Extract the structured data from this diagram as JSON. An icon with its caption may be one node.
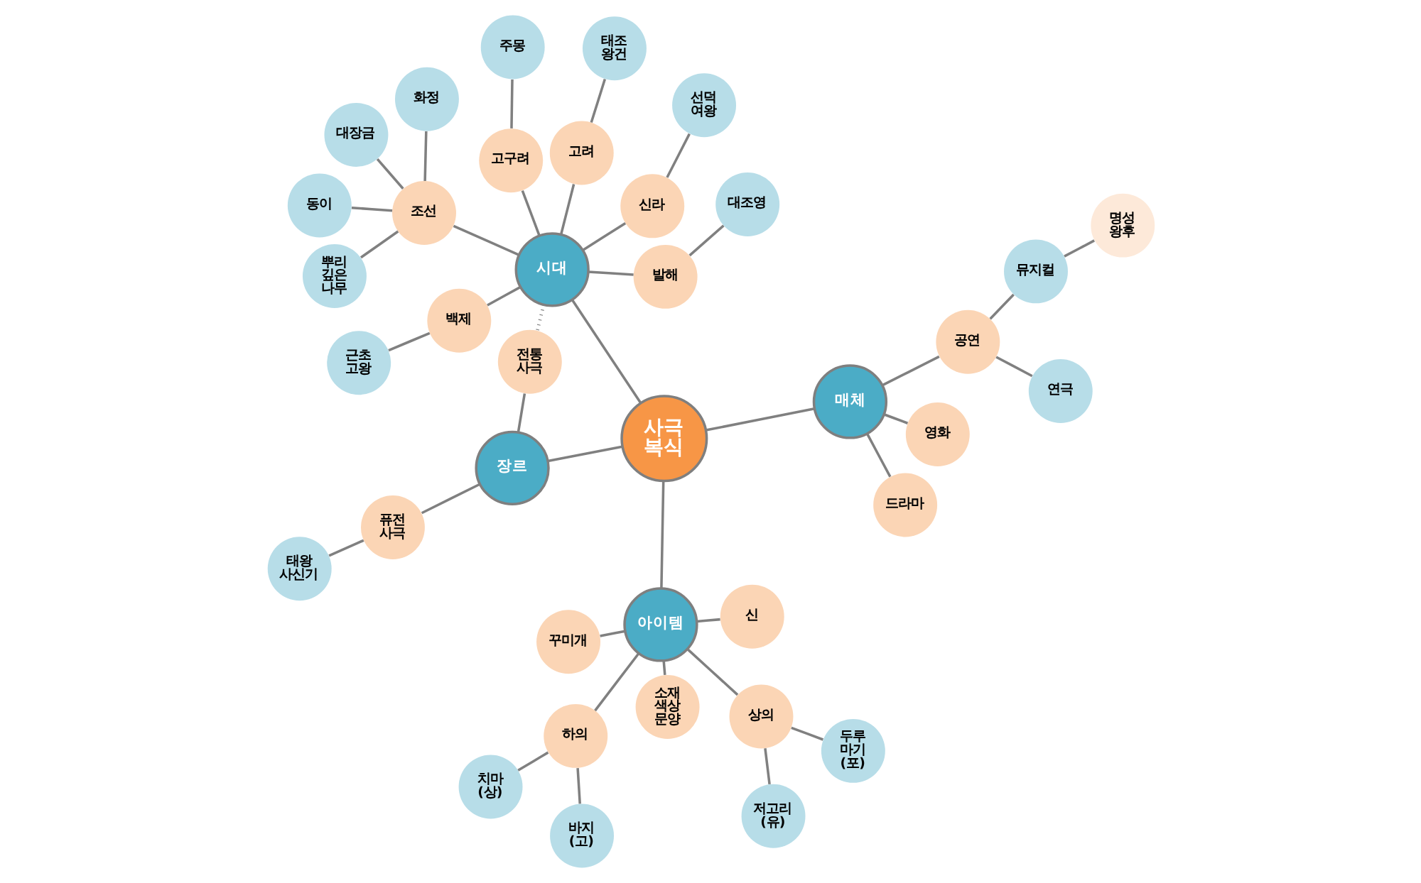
{
  "diagram": {
    "nodes": [
      {
        "text": [
          "사극 복식"
        ]
      },
      {
        "text": [
          "시대"
        ]
      },
      {
        "text": [
          "신라"
        ]
      },
      {
        "text": [
          "선덕 여왕"
        ]
      },
      {
        "text": [
          "백제"
        ]
      },
      {
        "text": [
          "근초 고왕"
        ]
      },
      {
        "text": [
          "발해"
        ]
      },
      {
        "text": [
          "대조영"
        ]
      },
      {
        "text": [
          "고구려"
        ]
      },
      {
        "text": [
          "주몽"
        ]
      },
      {
        "text": [
          "고려"
        ]
      },
      {
        "text": [
          "태조 왕건"
        ]
      },
      {
        "text": [
          "조선"
        ]
      },
      {
        "text": [
          "뿌리 깊은 나무"
        ]
      },
      {
        "text": [
          "화정"
        ]
      },
      {
        "text": [
          "동이"
        ]
      },
      {
        "text": [
          "대장금"
        ]
      },
      {
        "text": [
          "매체"
        ]
      },
      {
        "text": [
          "영화"
        ]
      },
      {
        "text": [
          "드라마"
        ]
      },
      {
        "text": [
          "공연"
        ]
      },
      {
        "text": [
          "연극"
        ]
      },
      {
        "text": [
          "뮤지컬"
        ]
      },
      {
        "text": [
          "명성 왕후"
        ]
      },
      {
        "text": [
          "장르"
        ]
      },
      {
        "text": [
          "전통 사극"
        ]
      },
      {
        "text": [
          "퓨전 사극"
        ]
      },
      {
        "text": [
          "태왕 사신기"
        ]
      },
      {
        "text": [
          "아이템"
        ]
      },
      {
        "text": [
          "신"
        ]
      },
      {
        "text": [
          "소재 색상 문양"
        ]
      },
      {
        "text": [
          "상의"
        ]
      },
      {
        "text": [
          "저고리 (유)"
        ]
      },
      {
        "text": [
          "두루 마기 (포)"
        ]
      },
      {
        "text": [
          "하의"
        ]
      },
      {
        "text": [
          "치마 (상)"
        ]
      },
      {
        "text": [
          "바지 (고)"
        ]
      },
      {
        "text": [
          "꾸미개"
        ]
      }
    ],
    "edges": [
      {
        "from": 0,
        "to": 1,
        "arrow": "none"
      },
      {
        "from": 0,
        "to": 17,
        "arrow": "none"
      },
      {
        "from": 0,
        "to": 24,
        "arrow": "none"
      },
      {
        "from": 0,
        "to": 28,
        "arrow": "none"
      },
      {
        "from": 1,
        "to": 2,
        "arrow": "none"
      },
      {
        "from": 2,
        "to": 3,
        "arrow": "none"
      },
      {
        "from": 1,
        "to": 4,
        "arrow": "none"
      },
      {
        "from": 4,
        "to": 5,
        "arrow": "none"
      },
      {
        "from": 1,
        "to": 6,
        "arrow": "none"
      },
      {
        "from": 6,
        "to": 7,
        "arrow": "none"
      },
      {
        "from": 1,
        "to": 8,
        "arrow": "none"
      },
      {
        "from": 8,
        "to": 9,
        "arrow": "none"
      },
      {
        "from": 1,
        "to": 10,
        "arrow": "none"
      },
      {
        "from": 10,
        "to": 11,
        "arrow": "none"
      },
      {
        "from": 1,
        "to": 12,
        "arrow": "none"
      },
      {
        "from": 12,
        "to": 13,
        "arrow": "none"
      },
      {
        "from": 12,
        "to": 14,
        "arrow": "none"
      },
      {
        "from": 12,
        "to": 15,
        "arrow": "none"
      },
      {
        "from": 12,
        "to": 16,
        "arrow": "none"
      },
      {
        "from": 1,
        "to": 25,
        "arrow": "none",
        "style": "dashed"
      },
      {
        "from": 17,
        "to": 18,
        "arrow": "none"
      },
      {
        "from": 17,
        "to": 19,
        "arrow": "none"
      },
      {
        "from": 17,
        "to": 20,
        "arrow": "none"
      },
      {
        "from": 20,
        "to": 21,
        "arrow": "none"
      },
      {
        "from": 20,
        "to": 22,
        "arrow": "none"
      },
      {
        "from": 22,
        "to": 23,
        "arrow": "none"
      },
      {
        "from": 24,
        "to": 25,
        "arrow": "none"
      },
      {
        "from": 24,
        "to": 26,
        "arrow": "none"
      },
      {
        "from": 26,
        "to": 27,
        "arrow": "none"
      },
      {
        "from": 28,
        "to": 29,
        "arrow": "none"
      },
      {
        "from": 28,
        "to": 30,
        "arrow": "none"
      },
      {
        "from": 28,
        "to": 31,
        "arrow": "none"
      },
      {
        "from": 31,
        "to": 32,
        "arrow": "none"
      },
      {
        "from": 31,
        "to": 33,
        "arrow": "none"
      },
      {
        "from": 28,
        "to": 34,
        "arrow": "none"
      },
      {
        "from": 34,
        "to": 35,
        "arrow": "none"
      },
      {
        "from": 34,
        "to": 36,
        "arrow": "none"
      },
      {
        "from": 28,
        "to": 37,
        "arrow": "none"
      }
    ]
  }
}
